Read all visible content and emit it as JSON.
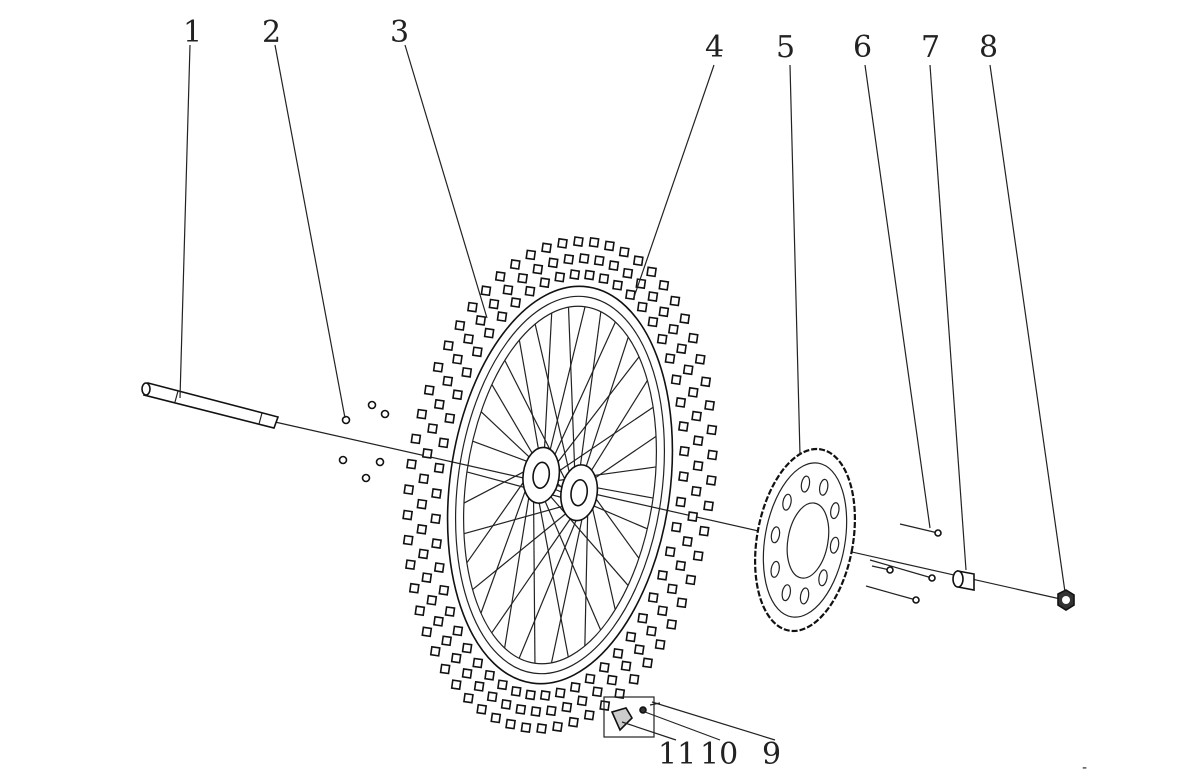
{
  "diagram": {
    "callouts": [
      {
        "number": "1",
        "part": "axle"
      },
      {
        "number": "2",
        "part": "spoke-nipples"
      },
      {
        "number": "3",
        "part": "tire"
      },
      {
        "number": "4",
        "part": "rim"
      },
      {
        "number": "5",
        "part": "brake-disc"
      },
      {
        "number": "6",
        "part": "disc-bolts"
      },
      {
        "number": "7",
        "part": "spacer"
      },
      {
        "number": "8",
        "part": "axle-nut"
      },
      {
        "number": "9",
        "part": "valve"
      },
      {
        "number": "10",
        "part": "valve-nut"
      },
      {
        "number": "11",
        "part": "valve-cap"
      }
    ],
    "corner_mark": "-"
  }
}
